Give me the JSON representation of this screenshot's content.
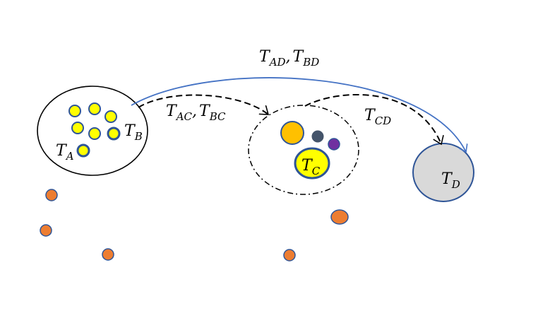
{
  "colors": {
    "yellow": "#ffff00",
    "amber": "#ffc000",
    "orange": "#ed7d31",
    "navy": "#44546a",
    "purple": "#7030a0",
    "gray": "#d9d9d9",
    "outline": "#2f5597",
    "blue_arrow": "#4472c4",
    "black": "#000000"
  },
  "labels": {
    "t_a": {
      "base": "T",
      "sub": "A"
    },
    "t_b": {
      "base": "T",
      "sub": "B"
    },
    "t_c": {
      "base": "T",
      "sub": "C"
    },
    "t_d": {
      "base": "T",
      "sub": "D"
    },
    "t_ac": {
      "base": "T",
      "sub": "AC"
    },
    "t_bc": {
      "base": "T",
      "sub": "BC"
    },
    "t_ad": {
      "base": "T",
      "sub": "AD"
    },
    "t_bd": {
      "base": "T",
      "sub": "BD"
    },
    "t_cd": {
      "base": "T",
      "sub": "CD"
    },
    "comma": ","
  }
}
